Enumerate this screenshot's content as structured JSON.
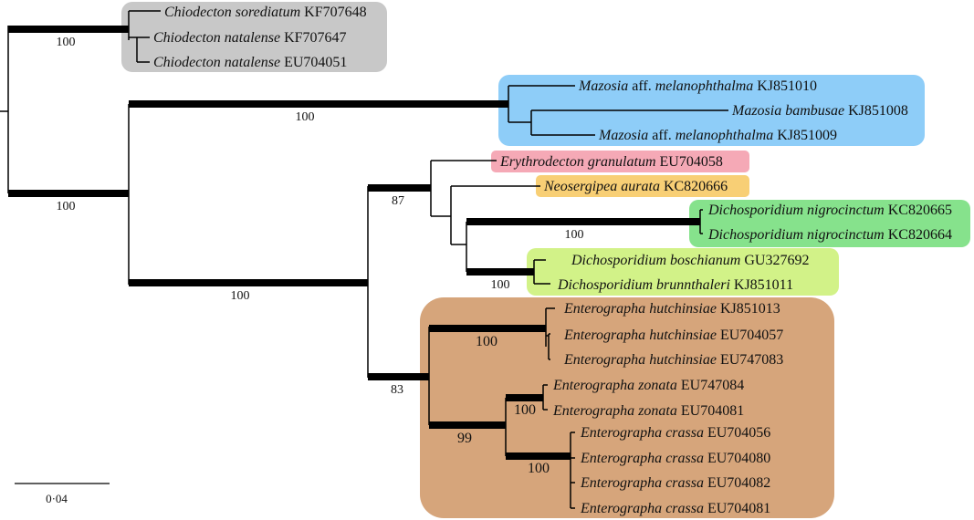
{
  "clades": {
    "chiodecton": {
      "color": "#c8c8c8",
      "taxa": [
        {
          "genus": "Chiodecton",
          "epithet": "sorediatum",
          "accession": "KF707648"
        },
        {
          "genus": "Chiodecton",
          "epithet": "natalense",
          "accession": "KF707647"
        },
        {
          "genus": "Chiodecton",
          "epithet": "natalense",
          "accession": "EU704051"
        }
      ]
    },
    "mazosia": {
      "color": "#8ecdf8",
      "taxa": [
        {
          "genus": "Mazosia",
          "qualifier": "aff.",
          "epithet": "melanophthalma",
          "accession": "KJ851010"
        },
        {
          "genus": "Mazosia",
          "epithet": "bambusae",
          "accession": "KJ851008"
        },
        {
          "genus": "Mazosia",
          "qualifier": "aff.",
          "epithet": "melanophthalma",
          "accession": "KJ851009"
        }
      ]
    },
    "erythrodecton": {
      "color": "#f5a9b6",
      "taxa": [
        {
          "genus": "Erythrodecton",
          "epithet": "granulatum",
          "accession": "EU704058"
        }
      ]
    },
    "neosergipea": {
      "color": "#f8cf75",
      "taxa": [
        {
          "genus": "Neosergipea",
          "epithet": "aurata",
          "accession": "KC820666"
        }
      ]
    },
    "dichosporidium_nigro": {
      "color": "#86e28c",
      "taxa": [
        {
          "genus": "Dichosporidium",
          "epithet": "nigrocinctum",
          "accession": "KC820665"
        },
        {
          "genus": "Dichosporidium",
          "epithet": "nigrocinctum",
          "accession": "KC820664"
        }
      ]
    },
    "dichosporidium_other": {
      "color": "#d2f288",
      "taxa": [
        {
          "genus": "Dichosporidium",
          "epithet": "boschianum",
          "accession": "GU327692"
        },
        {
          "genus": "Dichosporidium",
          "epithet": "brunnthaleri",
          "accession": "KJ851011"
        }
      ]
    },
    "enterographa": {
      "color": "#d6a57b",
      "taxa": [
        {
          "genus": "Enterographa",
          "epithet": "hutchinsiae",
          "accession": "KJ851013"
        },
        {
          "genus": "Enterographa",
          "epithet": "hutchinsiae",
          "accession": "EU704057"
        },
        {
          "genus": "Enterographa",
          "epithet": "hutchinsiae",
          "accession": "EU747083"
        },
        {
          "genus": "Enterographa",
          "epithet": "zonata",
          "accession": "EU747084"
        },
        {
          "genus": "Enterographa",
          "epithet": "zonata",
          "accession": "EU704081"
        },
        {
          "genus": "Enterographa",
          "epithet": "crassa",
          "accession": "EU704056"
        },
        {
          "genus": "Enterographa",
          "epithet": "crassa",
          "accession": "EU704080"
        },
        {
          "genus": "Enterographa",
          "epithet": "crassa",
          "accession": "EU704082"
        },
        {
          "genus": "Enterographa",
          "epithet": "crassa",
          "accession": "EU704081"
        }
      ]
    }
  },
  "bootstrap": {
    "chiodecton": "100",
    "mazosia": "100",
    "ingroup": "100",
    "core": "100",
    "group87": "87",
    "dicho_nigro": "100",
    "dicho_other": "100",
    "group83": "83",
    "hutchinsiae": "100",
    "group99": "99",
    "zonata": "100",
    "crassa": "100"
  },
  "scale_bar": {
    "label": "0·04"
  },
  "colors": {
    "branch": "#000000"
  }
}
